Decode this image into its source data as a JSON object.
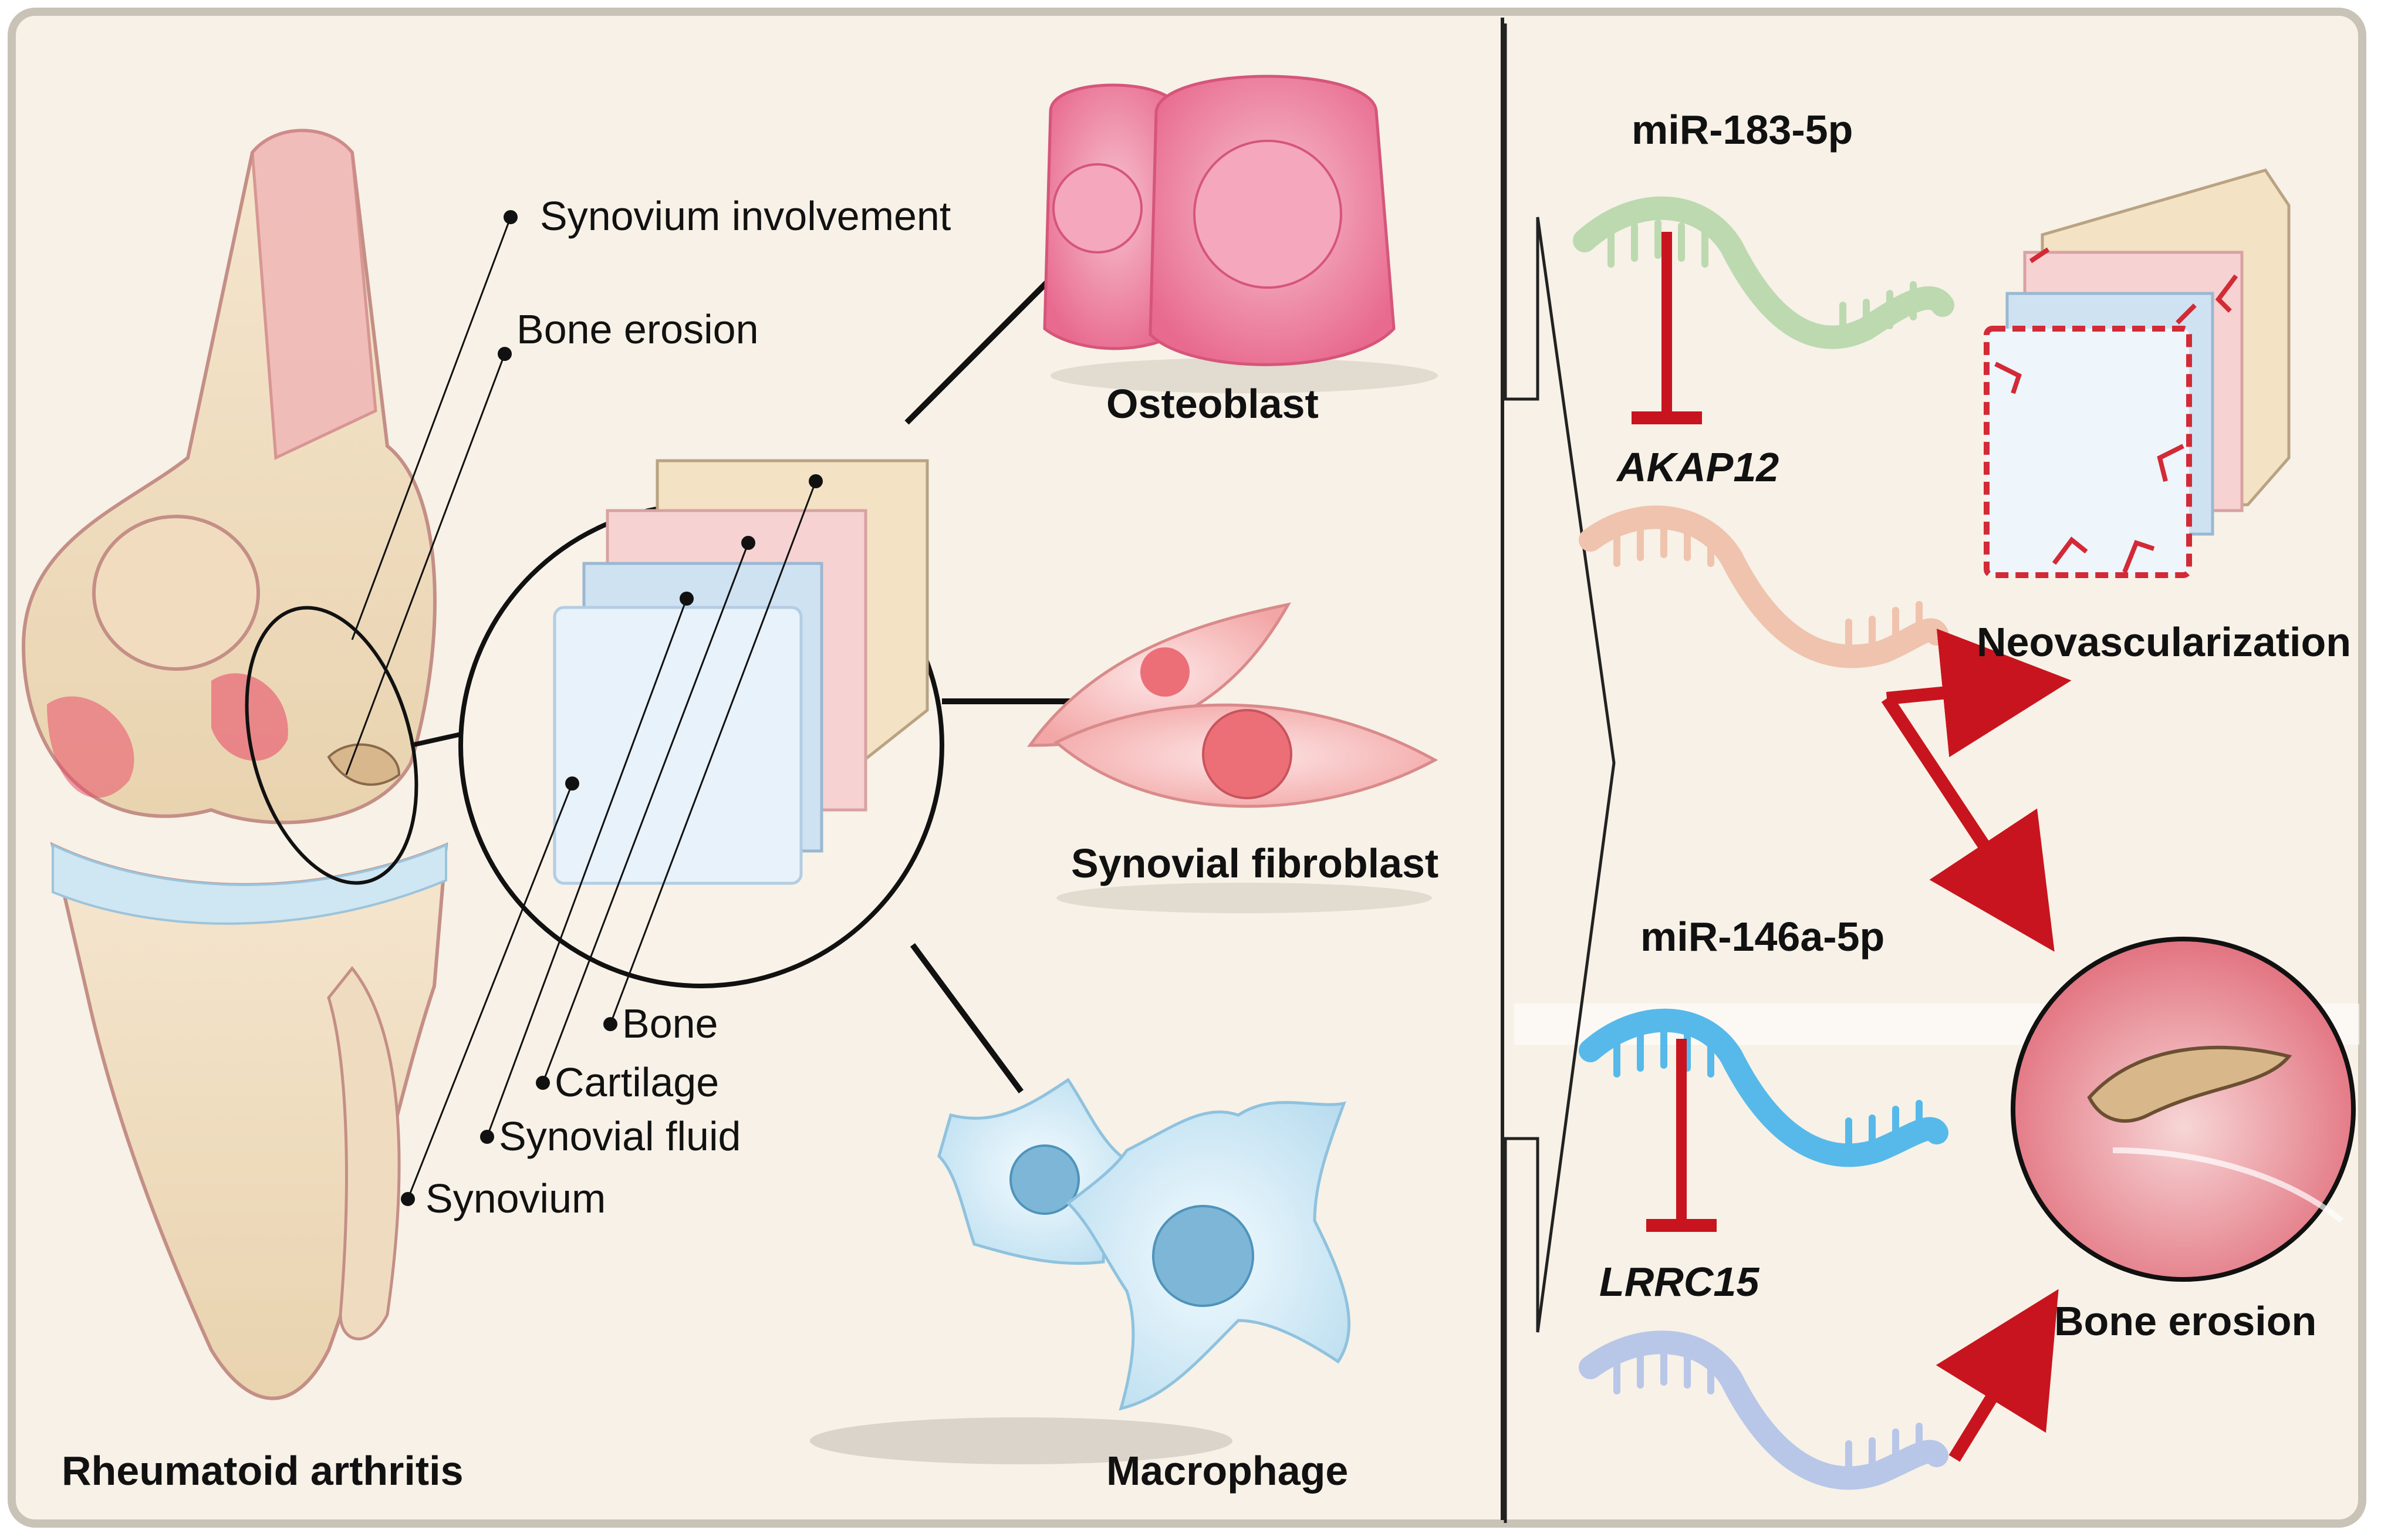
{
  "left_panel": {
    "caption": "Rheumatoid arthritis",
    "knee_callouts": [
      "Synovium involvement",
      "Bone erosion"
    ],
    "layer_callouts": [
      "Bone",
      "Cartilage",
      "Synovial fluid",
      "Synovium"
    ]
  },
  "cells": {
    "osteoblast": "Osteoblast",
    "fibroblast": "Synovial fibroblast",
    "macrophage": "Macrophage"
  },
  "right_panel": {
    "mirna_top": "miR-183-5p",
    "gene_top": "AKAP12",
    "mirna_bottom": "miR-146a-5p",
    "gene_bottom": "LRRC15",
    "outcome_neo": "Neovascularization",
    "outcome_erosion": "Bone erosion"
  },
  "colors": {
    "background": "#f7f1e7",
    "inhibition_red": "#c8141e",
    "mirna_top_green": "#bcd9b0",
    "gene_top_peach": "#efc3ad",
    "mirna_bottom_blue": "#56b9ea",
    "gene_bottom_lavender": "#b8c6e8"
  }
}
